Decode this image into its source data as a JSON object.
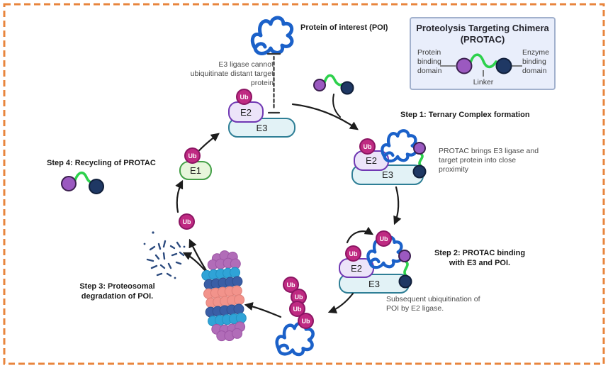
{
  "poi_label": "Protein of interest (POI)",
  "labels": {
    "ub": "Ub",
    "e1": "E1",
    "e2": "E2",
    "e3": "E3"
  },
  "legend": {
    "title_line1": "Proteolysis Targeting Chimera",
    "title_line2": "(PROTAC)",
    "protein_binding": "Protein binding domain",
    "linker": "Linker",
    "enzyme_binding": "Enzyme binding domain"
  },
  "annotations": {
    "inhibition": "E3 ligase cannot ubiquitinate distant target protein",
    "step1_title": "Step 1: Ternary Complex formation",
    "step1_desc": "PROTAC brings E3 ligase and target protein into close proximity",
    "step2_title": "Step 2: PROTAC binding with E3 and POI.",
    "step2_desc": "Subsequent ubiquitination of POI by E2 ligase.",
    "step3_title": "Step 3: Proteosomal degradation of POI.",
    "step4_title": "Step 4: Recycling of PROTAC"
  },
  "colors": {
    "ub_fill": "#bf2a82",
    "ub_border": "#8c1563",
    "e1_fill": "#e7f6db",
    "e1_border": "#44a047",
    "e2_fill": "#ece4f9",
    "e2_border": "#7038b3",
    "e3_fill": "#e2f2f6",
    "e3_border": "#2f7f96",
    "poi_blue": "#1b61c9",
    "protac_purple": "#9b59c0",
    "protac_navy": "#1f3864",
    "linker_green": "#2dd14c",
    "proteasome_purple": "#b16cb8",
    "proteasome_cyan": "#2fa3d7",
    "proteasome_blue": "#3a5ea6",
    "proteasome_salmon": "#f2938b",
    "arrow": "#1c1c1c",
    "fragment_blue": "#2b4a7e",
    "frame_orange": "#e8853d",
    "legend_bg": "#e9eefb",
    "legend_border": "#a2b1cd",
    "label_dark": "#1a1a1a",
    "label_gray": "#4b4b4b"
  }
}
